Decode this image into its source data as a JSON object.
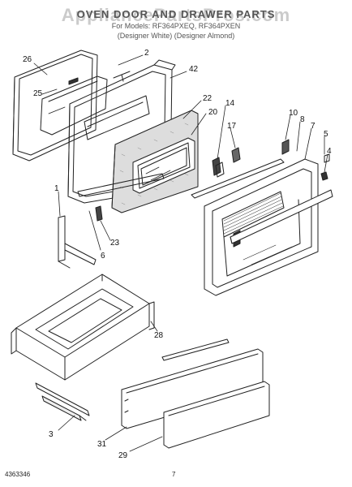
{
  "header": {
    "title": "OVEN DOOR AND DRAWER PARTS",
    "model_line": "For Models: RF364PXEQ, RF364PXEN",
    "color_line": "(Designer White)  (Designer Almond)",
    "watermark": "AppliancePartsPros.com"
  },
  "callouts": {
    "c1": "1",
    "c2": "2",
    "c3": "3",
    "c4": "4",
    "c5": "5",
    "c6": "6",
    "c7": "7",
    "c8": "8",
    "c10": "10",
    "c14": "14",
    "c17": "17",
    "c20": "20",
    "c22": "22",
    "c23": "23",
    "c25": "25",
    "c26": "26",
    "c28": "28",
    "c29": "29",
    "c31": "31",
    "c42": "42"
  },
  "footer": {
    "doc_number": "4363346",
    "page_number": "7"
  }
}
